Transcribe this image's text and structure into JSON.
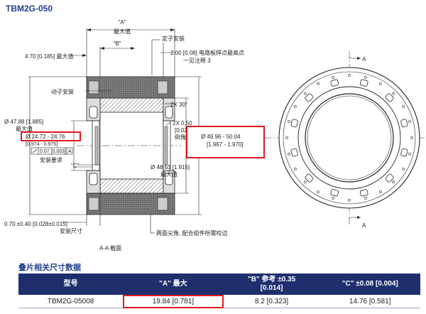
{
  "page_title": "TBM2G-050",
  "labels": {
    "a_dim": "\"A\"",
    "a_max": "最大值",
    "b_dim": "\"B\"",
    "c_dim": "\"C\"",
    "stator_install": "定子安装",
    "pcb_note_1": "2.00 [0.08] 电路板焊点最高点",
    "pcb_note_2": "一见注释 3",
    "width_4_70": "4.70 [0.185] 最大值",
    "rotor_install": "动子安装",
    "chamfer_angle": "2X 30°",
    "chamfer_1": "2X 0.50",
    "chamfer_2": "[0.020]",
    "chamfer_3": "倒角",
    "od_47_88": "Ø 47.88 [1.885]",
    "od_max": "最大值",
    "bore_min_max": "Ø 24.72 - 24.76",
    "bore_inch": "[0.974 - 0.975]",
    "runout": "0.07 [0.003]",
    "runout_datum": "A",
    "install_req": "安装要求",
    "stator_id": "Ø 49.96 - 50.04",
    "stator_id_inch": "[1.967 - 1.970]",
    "od_48_63": "Ø 48.63 [1.915]",
    "od_48_max": "最大值",
    "axial": "0.70 ±0.40 [0.028±0.015]",
    "axial_note": "安装尺寸",
    "both_ends": "两面尖角, 配合组件所需咬边",
    "section_label": "A-A 截面",
    "section_a_top": "A",
    "section_a_bottom": "A"
  },
  "table": {
    "title": "叠片相关尺寸数据",
    "headers": [
      "型号",
      "\"A\" 最大",
      "\"B\" 参考 ±0.35\n[0.014]",
      "\"C\" ±0.08 [0.004]"
    ],
    "rows": [
      [
        "TBM2G-05008",
        "19.84 [0.781]",
        "8.2 [0.323]",
        "14.76 [0.581]"
      ]
    ]
  },
  "colors": {
    "title_blue": "#1f3f8f",
    "header_navy": "#1f2f6e",
    "highlight_red": "#e0191e"
  }
}
